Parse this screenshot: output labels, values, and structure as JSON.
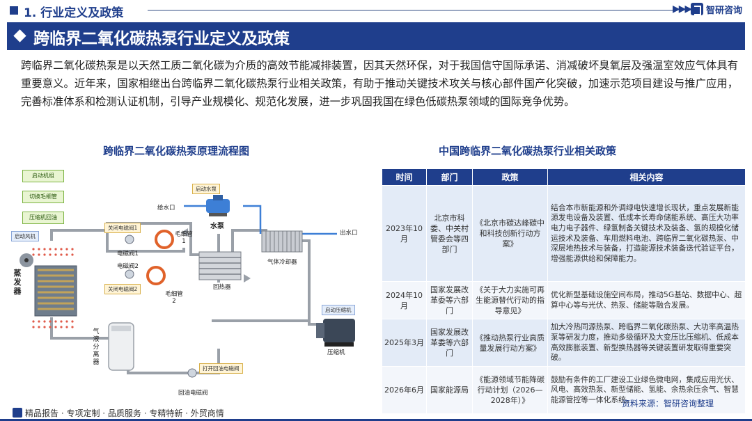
{
  "header": {
    "section": "1. 行业定义及政策",
    "arrows": "▶▶▶",
    "logo_text": "智研咨询",
    "title": "跨临界二氧化碳热泵行业定义及政策"
  },
  "intro": "跨临界二氧化碳热泵是以天然工质二氧化碳为介质的高效节能减排装置，因其天然环保，对于我国信守国际承诺、消减破坏臭氧层及强温室效应气体具有重要意义。近年来，国家相继出台跨临界二氧化碳热泵行业相关政策，有助于推动关键技术攻关与核心部件国产化突破，加速示范项目建设与推广应用，完善标准体系和检测认证机制，引导产业规模化、规范化发展，进一步巩固我国在绿色低碳热泵领域的国际竞争优势。",
  "diagram": {
    "title": "跨临界二氧化碳热泵原理流程图",
    "steps": [
      "启动机组",
      "切换毛细管",
      "压缩机回油"
    ],
    "labels": {
      "start_fan": "启动风机",
      "evaporator": "蒸发器",
      "close_valve_1": "关闭电磁阀1",
      "valve_1": "电磁阀1",
      "valve_2": "电磁阀2",
      "close_valve_2": "关闭电磁阀2",
      "capillary_1": "毛细管1",
      "capillary_2": "毛细管2",
      "start_pump": "启动水泵",
      "water_inlet": "给水口",
      "pump": "水泵",
      "water_outlet": "出水口",
      "gas_cooler": "气体冷却器",
      "regenerator": "回热器",
      "start_compressor": "启动压缩机",
      "compressor": "压缩机",
      "separator": "气液分离器",
      "open_oil_valve": "打开回油电磁阀",
      "oil_valve": "回油电磁阀"
    }
  },
  "policy": {
    "title": "中国跨临界二氧化碳热泵行业相关政策",
    "headers": [
      "时间",
      "部门",
      "政策",
      "相关内容"
    ],
    "rows": [
      {
        "time": "2023年10月",
        "dept": "北京市科委、中关村管委会等四部门",
        "policy": "《北京市碳达峰碳中和科技创新行动方案》",
        "content": "结合本市新能源和外调绿电快速增长现状，重点发展新能源发电设备及装置、低成本长寿命储能系统、高压大功率电力电子器件、绿氢制备关键技术及装备、氢的规模化储运技术及装备、车用燃料电池、跨临界二氧化碳热泵、中深层地热技术与装备，打造能源技术装备迭代验证平台，增强能源供给和保障能力。"
      },
      {
        "time": "2024年10月",
        "dept": "国家发展改革委等六部门",
        "policy": "《关于大力实施可再生能源替代行动的指导意见》",
        "content": "优化新型基础设施空间布局，推动5G基站、数据中心、超算中心等与光伏、热泵、储能等融合发展。"
      },
      {
        "time": "2025年3月",
        "dept": "国家发展改革委等六部门",
        "policy": "《推动热泵行业高质量发展行动方案》",
        "content": "加大冷热同源热泵、跨临界二氧化碳热泵、大功率高温热泵等研发力度，推动多级循环及大变压比压缩机、低成本高效膨胀装置、新型换热器等关键装置研发取得重要突破。"
      },
      {
        "time": "2026年6月",
        "dept": "国家能源局",
        "policy": "《能源领域节能降碳行动计划（2026—2028年）》",
        "content": "鼓励有条件的工厂建设工业绿色微电网，集成应用光伏、风电、高效热泵、新型储能、氢能、余热余压余气、智慧能源管控等一体化系统。"
      }
    ]
  },
  "source": "资料来源：智研咨询整理",
  "footer": "精品报告 · 专项定制 · 品质服务 · 专精特新 · 外贸商情",
  "colors": {
    "primary": "#1f3e8c",
    "pipe": "#9aa0a8",
    "hot": "#e0622a",
    "cold": "#3d7fd6"
  }
}
